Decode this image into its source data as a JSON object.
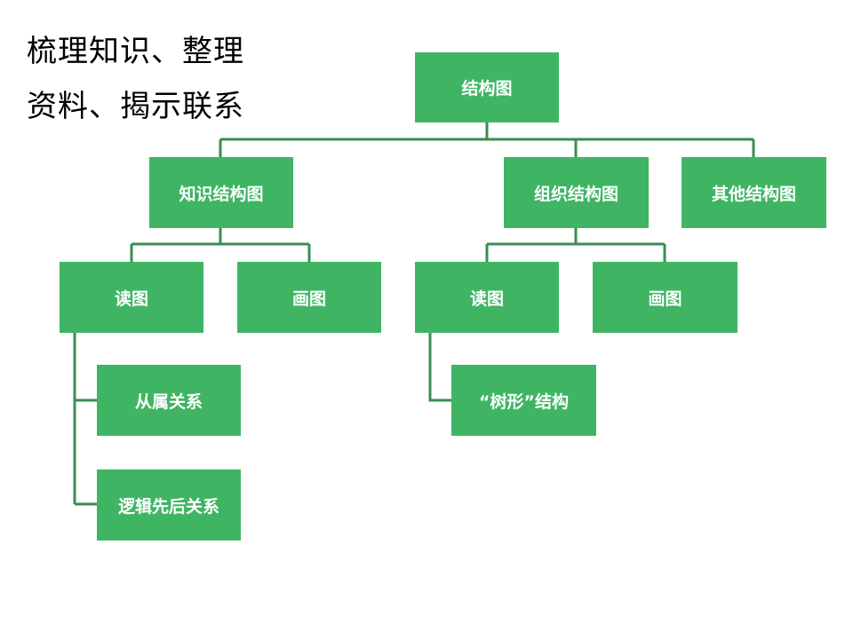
{
  "heading": {
    "line1": "梳理知识、整理",
    "line2": "资料、揭示联系"
  },
  "colors": {
    "node_fill": "#3fb564",
    "connector": "#3a8d4f"
  },
  "diagram": {
    "root": "结构图",
    "knowledge": "知识结构图",
    "organization": "组织结构图",
    "other": "其他结构图",
    "knowledge_read": "读图",
    "knowledge_draw": "画图",
    "org_read": "读图",
    "org_draw": "画图",
    "subordinate": "从属关系",
    "logic_order": "逻辑先后关系",
    "tree_structure": "“树形”结构"
  }
}
